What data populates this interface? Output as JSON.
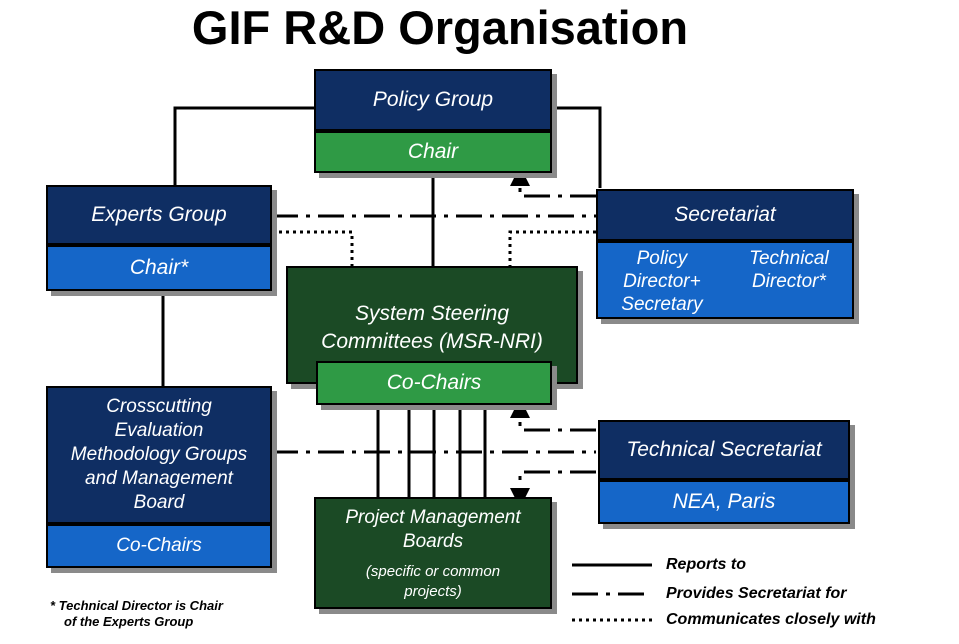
{
  "title": "GIF R&D Organisation",
  "policy_group": {
    "title": "Policy Group",
    "sub": "Chair"
  },
  "experts_group": {
    "title": "Experts Group",
    "sub": "Chair*"
  },
  "secretariat": {
    "title": "Secretariat",
    "left": [
      "Policy",
      "Director+",
      "Secretary"
    ],
    "right": [
      "Technical",
      "Director*"
    ]
  },
  "crosscutting": {
    "title": [
      "Crosscutting",
      "Evaluation",
      "Methodology Groups",
      "and Management",
      "Board"
    ],
    "sub": "Co-Chairs"
  },
  "ssc": {
    "title": [
      "System Steering",
      "Committees (MSR-NRI)"
    ],
    "sub": "Co-Chairs"
  },
  "tech_secretariat": {
    "title": "Technical Secretariat",
    "sub": "NEA, Paris"
  },
  "pmb": {
    "title": [
      "Project Management",
      "Boards"
    ],
    "note": [
      "(specific or common",
      "projects)"
    ]
  },
  "footnote": [
    "* Technical Director is Chair",
    "of the Experts Group"
  ],
  "legend": {
    "reports_to": "Reports to",
    "provides_secretariat": "Provides Secretariat for",
    "communicates": "Communicates closely with"
  },
  "colors": {
    "navy": "#0f2e63",
    "blue": "#1566c8",
    "dark_green": "#1b4a25",
    "green": "#2f9a45"
  }
}
